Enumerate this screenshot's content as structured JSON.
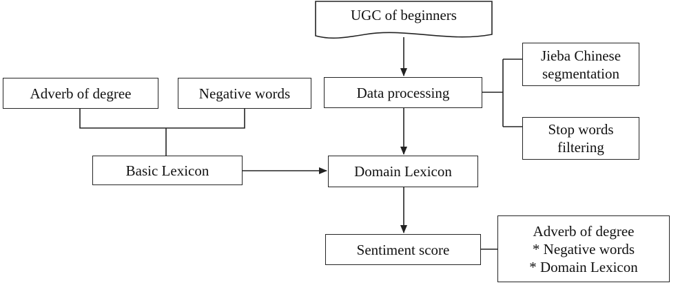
{
  "nodes": {
    "ugc": "UGC of beginners",
    "data_processing": "Data processing",
    "jieba_line1": "Jieba Chinese",
    "jieba_line2": "segmentation",
    "stop_line1": "Stop words",
    "stop_line2": "filtering",
    "adverb": "Adverb of degree",
    "negative": "Negative words",
    "basic_lexicon": "Basic Lexicon",
    "domain_lexicon": "Domain Lexicon",
    "sentiment_score": "Sentiment score",
    "formula_line1": "Adverb of degree",
    "formula_line2": "* Negative words",
    "formula_line3": "* Domain Lexicon"
  }
}
